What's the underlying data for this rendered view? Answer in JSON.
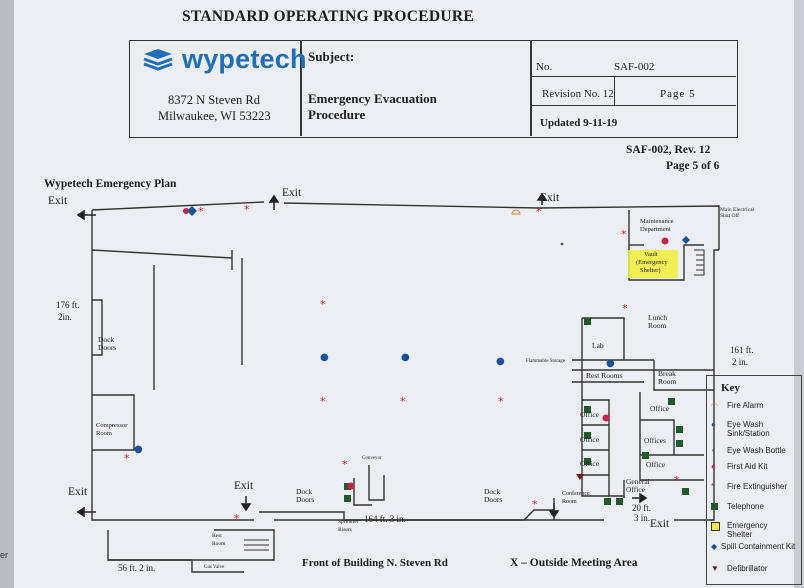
{
  "edge_fragment": "er",
  "doc_title": "STANDARD OPERATING PROCEDURE",
  "header": {
    "brand": "wypetech",
    "address_line1": "8372 N Steven Rd",
    "address_line2": "Milwaukee, WI 53223",
    "subject_label": "Subject:",
    "subject_line1": "Emergency Evacuation",
    "subject_line2": "Procedure",
    "no_label": "No.",
    "no_value": "SAF-002",
    "revision": "Revision No. 12",
    "page": "Page 5",
    "updated": "Updated 9-11-19"
  },
  "doc_ref_line1": "SAF-002, Rev. 12",
  "doc_ref_line2": "Page 5 of 6",
  "plan": {
    "title": "Wypetech Emergency Plan",
    "exit": "Exit",
    "dim_left_1": "176 ft.",
    "dim_left_2": "2in.",
    "dim_right_1": "161 ft.",
    "dim_right_2": "2 in.",
    "dim_bottom": "164 ft. 3 in.",
    "dim_bottom_left": "56 ft. 2 in.",
    "dim_small_1": "20 ft.",
    "dim_small_2": "3 in.",
    "dock_doors": "Dock Doors",
    "compressor_room": "Compressor Room",
    "maintenance_dept": "Maintenance Department",
    "main_shutoff": "Main Electrical Shut Off",
    "vault_line1": "Vault",
    "vault_line2": "(Emergency",
    "vault_line3": "Shelter)",
    "lunch_room": "Lunch Room",
    "lab": "Lab",
    "flammable_storage": "Flammable Storage",
    "rest_rooms": "Rest Rooms",
    "break_room": "Break Room",
    "office": "Office",
    "offices": "Offices",
    "general_office": "General Office",
    "conference_room": "Conference Room",
    "conveyor": "Conveyor",
    "sprinkler_risers": "Sprinkler Risers",
    "rest_room": "Rest Room",
    "gas_valve": "Gas Valve",
    "front_label": "Front of Building N. Steven Rd",
    "meeting_area": "X – Outside Meeting Area"
  },
  "key": {
    "title": "Key",
    "items": [
      {
        "label": "Fire Alarm",
        "icon": "fire-alarm-icon"
      },
      {
        "label": "Eye Wash Sink/Station",
        "icon": "eye-wash-station-icon"
      },
      {
        "label": "Eye Wash Bottle",
        "icon": "eye-wash-bottle-icon"
      },
      {
        "label": "First Aid Kit",
        "icon": "first-aid-kit-icon"
      },
      {
        "label": "Fire Extinguisher",
        "icon": "fire-extinguisher-icon"
      },
      {
        "label": "Telephone",
        "icon": "telephone-icon"
      },
      {
        "label": "Emergency Shelter",
        "icon": "emergency-shelter-icon"
      },
      {
        "label": "Spill Containment Kit",
        "icon": "spill-kit-icon"
      },
      {
        "label": "Defibrillator",
        "icon": "defibrillator-icon"
      }
    ]
  },
  "colors": {
    "extinguisher": "#d2202a",
    "telephone": "#1f5a2b",
    "eye_wash": "#1a4f9a",
    "first_aid": "#c8204a",
    "shelter": "#f2ee3a",
    "brand": "#1e6fb8"
  }
}
